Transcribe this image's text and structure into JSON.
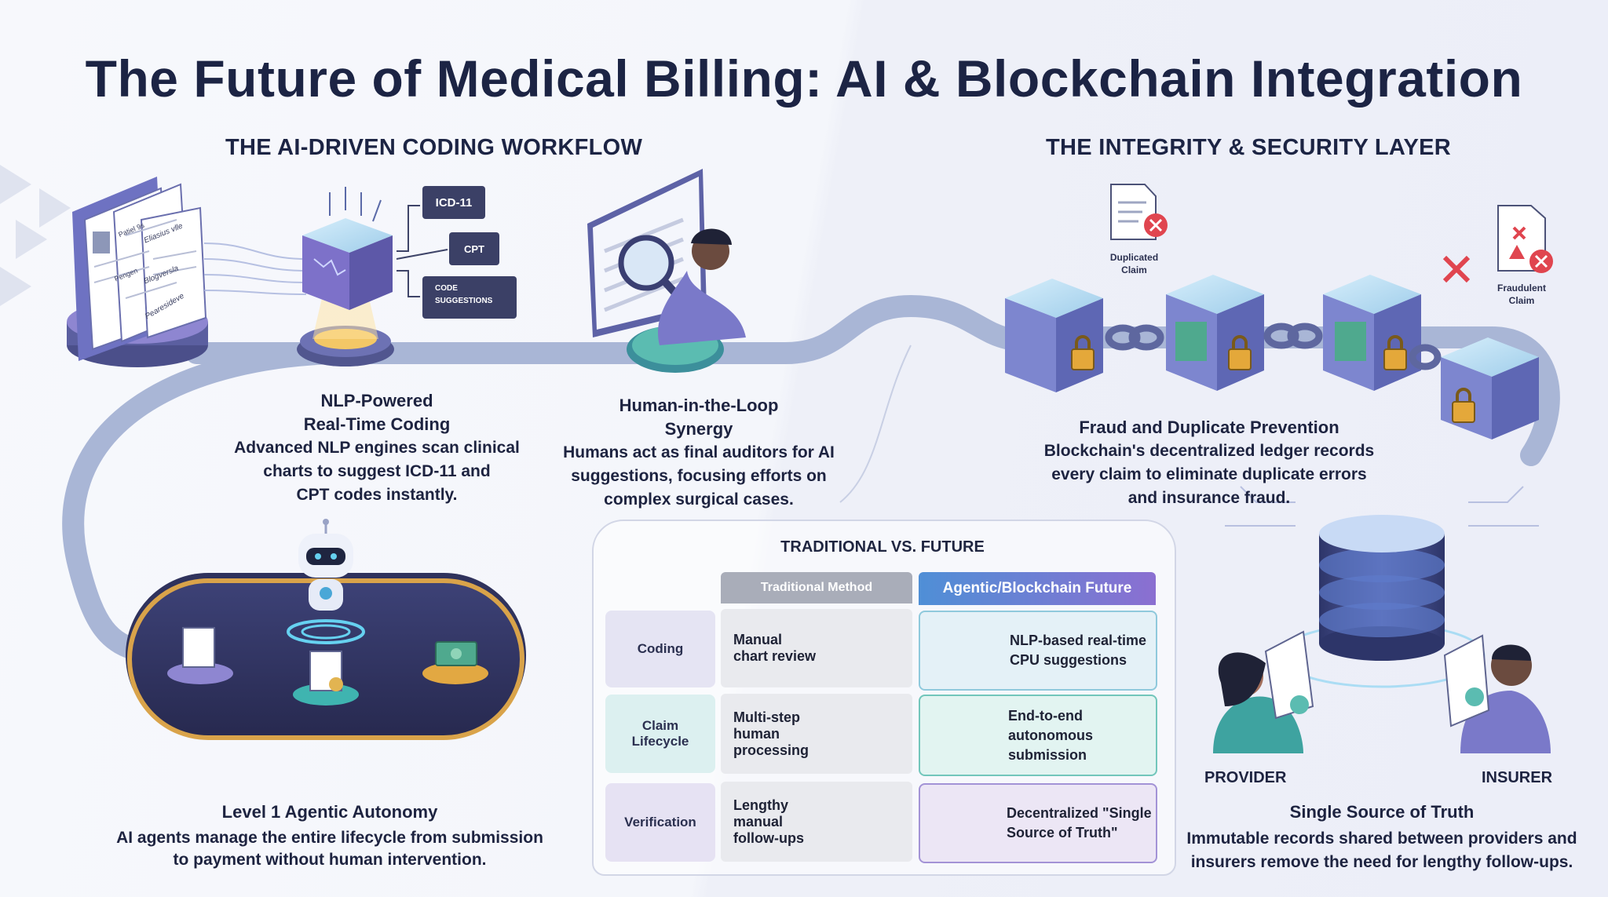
{
  "title": "The Future of Medical Billing: AI & Blockchain Integration",
  "left_section": {
    "heading": "THE AI-DRIVEN CODING WORKFLOW",
    "code_tags": [
      "ICD-11",
      "CPT",
      "CODE\nSUGGESTIONS"
    ],
    "doc_scribbles": [
      "Patiel 9s",
      "Pengen",
      "Eliasius vlle",
      "Blogversla",
      "Pearesideve"
    ],
    "nlp": {
      "title": "NLP-Powered\nReal-Time Coding",
      "body": "Advanced NLP engines scan clinical\ncharts to suggest ICD-11 and\nCPT codes instantly."
    },
    "human": {
      "title": "Human-in-the-Loop\nSynergy",
      "body": "Humans act as final auditors for AI\nsuggestions, focusing efforts on\ncomplex surgical cases."
    },
    "agentic": {
      "title": "Level 1 Agentic Autonomy",
      "body": "AI agents manage the entire lifecycle from submission\nto payment without human intervention."
    }
  },
  "right_section": {
    "heading": "THE INTEGRITY & SECURITY LAYER",
    "duplicated_claim": "Duplicated\nClaim",
    "fraudulent_claim": "Fraudulent\nClaim",
    "fraud": {
      "title": "Fraud and Duplicate Prevention",
      "body": "Blockchain's decentralized ledger records\nevery claim to eliminate duplicate errors\nand insurance fraud."
    },
    "provider": "PROVIDER",
    "insurer": "INSURER",
    "truth": {
      "title": "Single Source of Truth",
      "body": "Immutable records shared between providers and\ninsurers remove the need for lengthy follow-ups."
    }
  },
  "comparison": {
    "title": "TRADITIONAL VS. FUTURE",
    "col_traditional": "Traditional Method",
    "col_future": "Agentic/Blockchain Future",
    "rows": [
      {
        "label": "Coding",
        "traditional": "Manual\nchart review",
        "future": "NLP-based real-time\nCPU suggestions"
      },
      {
        "label": "Claim\nLifecycle",
        "traditional": "Multi-step\nhuman\nprocessing",
        "future": "End-to-end\nautonomous\nsubmission"
      },
      {
        "label": "Verification",
        "traditional": "Lengthy\nmanual\nfollow-ups",
        "future": "Decentralized \"Single\nSource of Truth\""
      }
    ]
  },
  "colors": {
    "accent_purple": "#6a5fc1",
    "accent_teal": "#3fb4b0",
    "path_blue": "#8d9fc6",
    "alert_red": "#e0454f"
  }
}
